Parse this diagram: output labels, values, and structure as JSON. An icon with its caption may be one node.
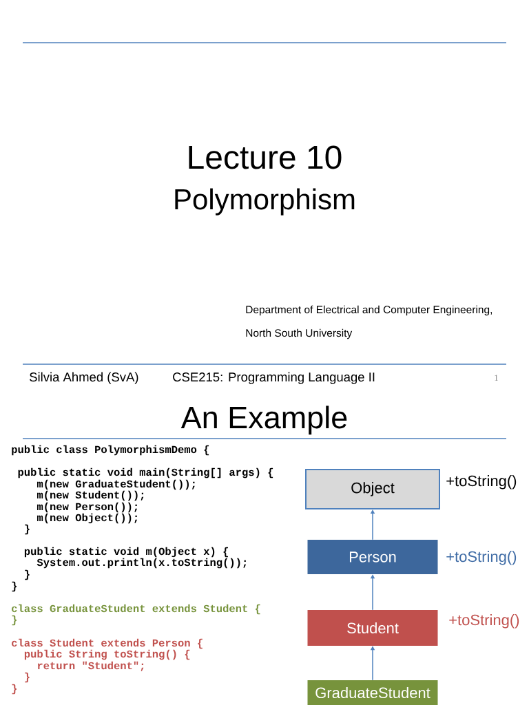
{
  "diagram": {
    "title": "Lecture 10",
    "nodes": [
      {
        "text": [
          "Object"
        ],
        "beside": [
          "+toString()"
        ]
      },
      {
        "text": [
          "Person"
        ],
        "beside": [
          "+toString()"
        ]
      },
      {
        "text": [
          "Student"
        ],
        "beside": [
          "+toString()"
        ]
      },
      {
        "text": [
          "GraduateStudent"
        ]
      }
    ],
    "edges": [
      {
        "from": 1,
        "to": 0,
        "arrow": "to"
      },
      {
        "from": 2,
        "to": 1,
        "arrow": "to"
      },
      {
        "from": 3,
        "to": 2,
        "arrow": "to"
      }
    ],
    "labels": [
      "Polymorphism",
      "Department of Electrical and Computer Engineering,",
      "North South University",
      "Silvia Ahmed (SvA)",
      "CSE215: Programming Language II",
      "1",
      "An Example",
      "public class PolymorphismDemo {",
      "public static void main(String[] args) {",
      "m(new GraduateStudent());",
      "m(new Student());",
      "m(new Person());",
      "m(new Object());",
      "}",
      "public static void m(Object x) {",
      "System.out.println(x.toString());",
      "}",
      "}",
      "class GraduateStudent extends Student {",
      "}",
      "class Student extends Person {",
      "public String toString() {",
      "return \"Student\";",
      "}",
      "}"
    ]
  }
}
